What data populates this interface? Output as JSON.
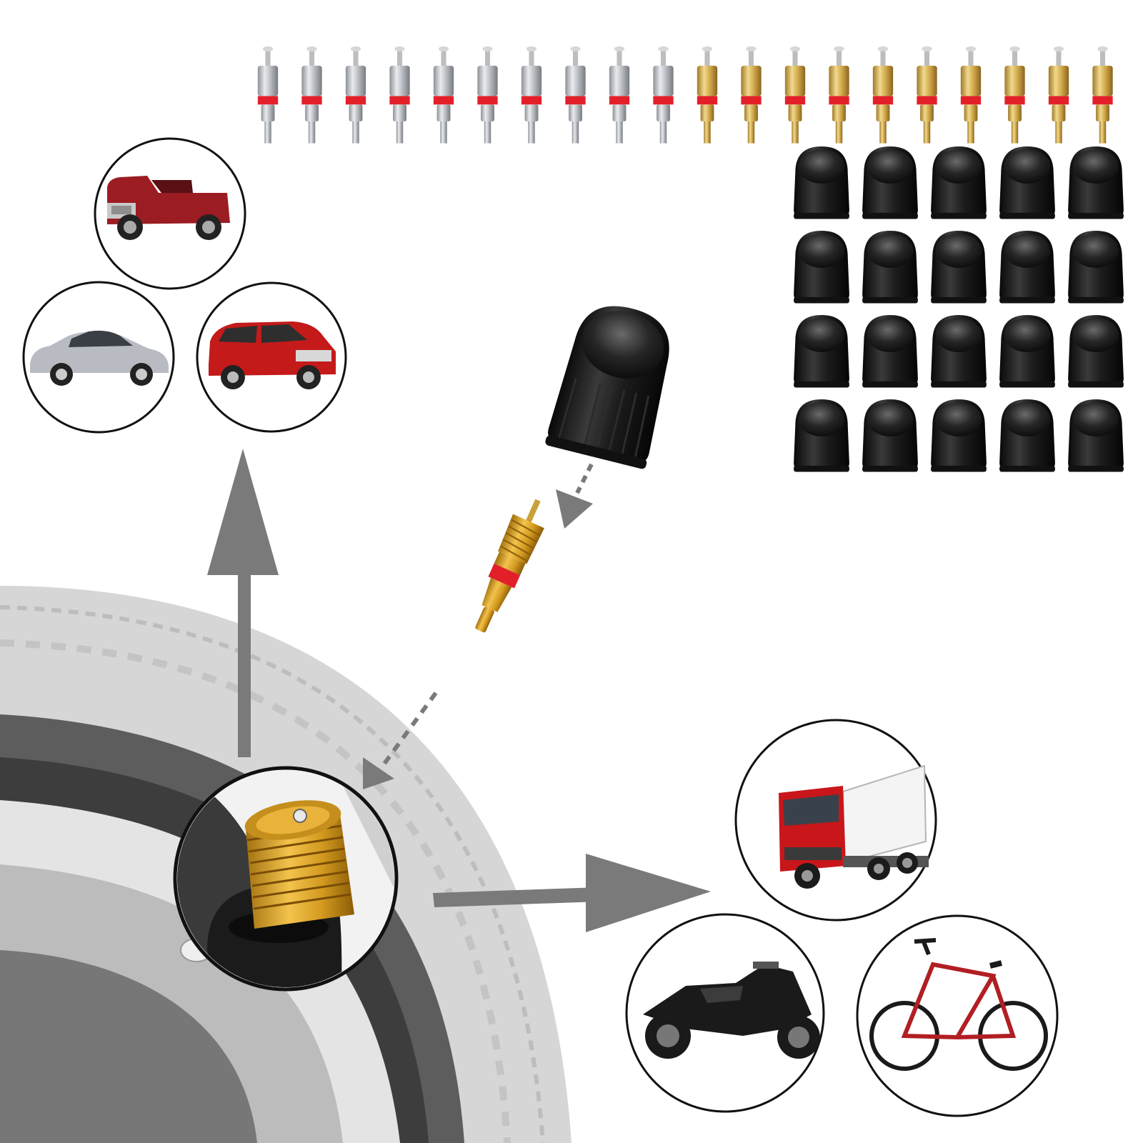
{
  "product": {
    "valve_core_count": 20,
    "valve_cores_silver": 10,
    "valve_cores_brass": 10,
    "valve_cap_count": 20,
    "cap_rows": 4,
    "cap_columns": 5
  },
  "vehicle_icons": [
    {
      "name": "pickup-truck",
      "color": "#9b1c22"
    },
    {
      "name": "sedan",
      "color": "#b8bcc2"
    },
    {
      "name": "suv",
      "color": "#c41a1a"
    },
    {
      "name": "box-truck",
      "color": "#c8161a"
    },
    {
      "name": "motorcycle",
      "color": "#1a1a1a"
    },
    {
      "name": "bicycle",
      "color": "#b11e24"
    }
  ],
  "colors": {
    "silver": "#c9ccd0",
    "brass": "#d6b25a",
    "seal_red": "#e3202a",
    "cap_black": "#1b1b1b",
    "arrow_gray": "#7a7a7a",
    "tire_gray": "#cfcfcf"
  }
}
